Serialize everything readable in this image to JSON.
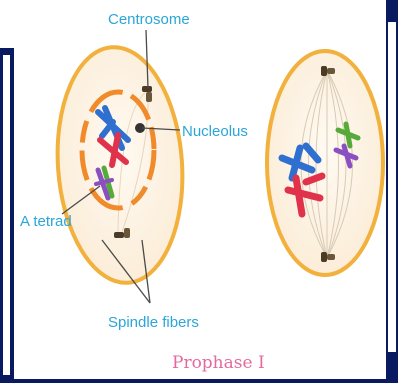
{
  "labels": {
    "centrosome": "Centrosome",
    "nucleolus": "Nucleolus",
    "tetrad": "A tetrad",
    "spindle": "Spindle fibers",
    "title": "Prophase I"
  },
  "colors": {
    "cell_fill": "#fdf4e6",
    "cell_border": "#f2b03d",
    "nuclear_envelope": "#f08a2a",
    "label": "#2aa6d8",
    "title": "#e36a9c",
    "chromosome_blue": "#2f6fd0",
    "chromosome_red": "#e0324a",
    "chromosome_green": "#55aa3a",
    "chromosome_purple": "#8a4fc0",
    "frame": "#0a1a60"
  }
}
